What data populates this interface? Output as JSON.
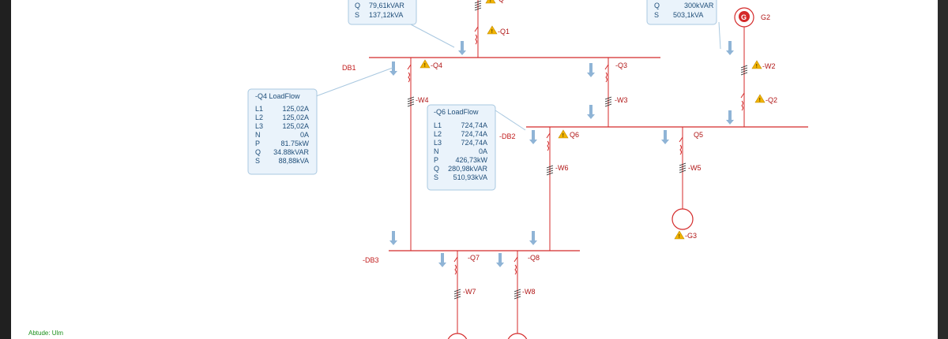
{
  "status_bar": {
    "text": "Abtude: Ulm"
  },
  "colors": {
    "line": "#d42a2a",
    "box_fill": "#eaf3fb",
    "box_border": "#a9c8e0",
    "arrow": "#8fb4d6",
    "warn": "#f2b400"
  },
  "buses": {
    "db1": "DB1",
    "db2": "-DB2",
    "db3": "-DB3"
  },
  "devices": {
    "q1": "-Q1",
    "q2": "-Q2",
    "q3": "-Q3",
    "q4": "-Q4",
    "q5": "Q5",
    "q6": "Q6",
    "q7": "-Q7",
    "q8": "-Q8",
    "w2": "-W2",
    "w3": "-W3",
    "w4": "-W4",
    "w5": "-W5",
    "w6": "-W6",
    "w7": "-W7",
    "w8": "-W8",
    "g2": "G2",
    "g3": "-G3",
    "g_symbol": "G",
    "top_partial": "-Q"
  },
  "box_top_left": {
    "rows": [
      {
        "k": "Q",
        "v": "79,61kVAR"
      },
      {
        "k": "S",
        "v": "137,12kVA"
      }
    ]
  },
  "box_top_right": {
    "rows": [
      {
        "k": "Q",
        "v": "300kVAR"
      },
      {
        "k": "S",
        "v": "503,1kVA"
      }
    ]
  },
  "box_q4": {
    "title": "-Q4  LoadFlow",
    "rows": [
      {
        "k": "L1",
        "v": "125,02A"
      },
      {
        "k": "L2",
        "v": "125,02A"
      },
      {
        "k": "L3",
        "v": "125,02A"
      },
      {
        "k": "N",
        "v": "0A"
      },
      {
        "k": "P",
        "v": "81.75kW"
      },
      {
        "k": "Q",
        "v": "34.88kVAR"
      },
      {
        "k": "S",
        "v": "88,88kVA"
      }
    ]
  },
  "box_q6": {
    "title": "-Q6  LoadFlow",
    "rows": [
      {
        "k": "L1",
        "v": "724,74A"
      },
      {
        "k": "L2",
        "v": "724,74A"
      },
      {
        "k": "L3",
        "v": "724,74A"
      },
      {
        "k": "N",
        "v": "0A"
      },
      {
        "k": "P",
        "v": "426,73kW"
      },
      {
        "k": "Q",
        "v": "280,98kVAR"
      },
      {
        "k": "S",
        "v": "510,93kVA"
      }
    ]
  }
}
